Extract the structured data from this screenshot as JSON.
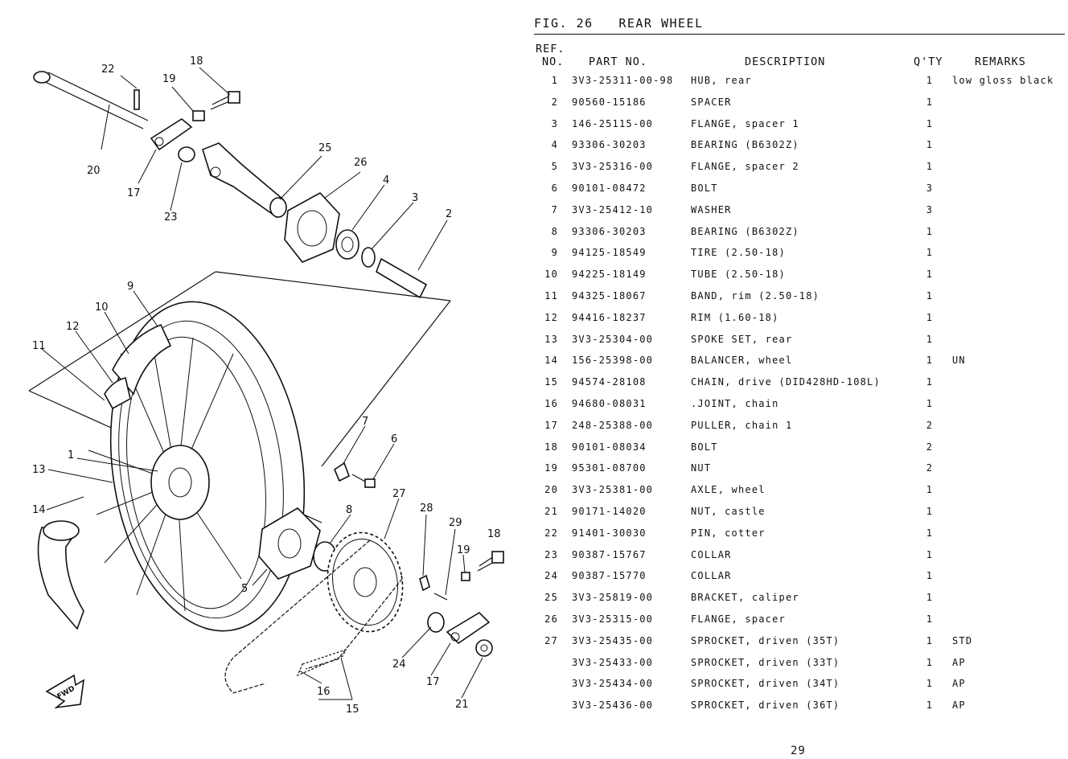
{
  "figure": {
    "number": "FIG. 26",
    "title": "REAR WHEEL"
  },
  "columns": {
    "ref_line1": "REF.",
    "ref_line2": "NO.",
    "part_no": "PART NO.",
    "description": "DESCRIPTION",
    "qty": "Q'TY",
    "remarks": "REMARKS"
  },
  "parts": [
    {
      "ref": "1",
      "part": "3V3-25311-00-98",
      "desc": "HUB, rear",
      "qty": "1",
      "remarks": "low gloss black"
    },
    {
      "ref": "2",
      "part": "90560-15186",
      "desc": "SPACER",
      "qty": "1",
      "remarks": ""
    },
    {
      "ref": "3",
      "part": "146-25115-00",
      "desc": "FLANGE, spacer 1",
      "qty": "1",
      "remarks": ""
    },
    {
      "ref": "4",
      "part": "93306-30203",
      "desc": "BEARING (B6302Z)",
      "qty": "1",
      "remarks": ""
    },
    {
      "ref": "5",
      "part": "3V3-25316-00",
      "desc": "FLANGE, spacer 2",
      "qty": "1",
      "remarks": ""
    },
    {
      "ref": "6",
      "part": "90101-08472",
      "desc": "BOLT",
      "qty": "3",
      "remarks": ""
    },
    {
      "ref": "7",
      "part": "3V3-25412-10",
      "desc": "WASHER",
      "qty": "3",
      "remarks": ""
    },
    {
      "ref": "8",
      "part": "93306-30203",
      "desc": "BEARING (B6302Z)",
      "qty": "1",
      "remarks": ""
    },
    {
      "ref": "9",
      "part": "94125-18549",
      "desc": "TIRE (2.50-18)",
      "qty": "1",
      "remarks": ""
    },
    {
      "ref": "10",
      "part": "94225-18149",
      "desc": "TUBE (2.50-18)",
      "qty": "1",
      "remarks": ""
    },
    {
      "ref": "11",
      "part": "94325-18067",
      "desc": "BAND, rim (2.50-18)",
      "qty": "1",
      "remarks": ""
    },
    {
      "ref": "12",
      "part": "94416-18237",
      "desc": "RIM (1.60-18)",
      "qty": "1",
      "remarks": ""
    },
    {
      "ref": "13",
      "part": "3V3-25304-00",
      "desc": "SPOKE SET, rear",
      "qty": "1",
      "remarks": ""
    },
    {
      "ref": "14",
      "part": "156-25398-00",
      "desc": "BALANCER, wheel",
      "qty": "1",
      "remarks": "UN"
    },
    {
      "ref": "15",
      "part": "94574-28108",
      "desc": "CHAIN, drive (DID428HD-108L)",
      "qty": "1",
      "remarks": ""
    },
    {
      "ref": "16",
      "part": "94680-08031",
      "desc": ".JOINT, chain",
      "qty": "1",
      "remarks": ""
    },
    {
      "ref": "17",
      "part": "248-25388-00",
      "desc": "PULLER, chain 1",
      "qty": "2",
      "remarks": ""
    },
    {
      "ref": "18",
      "part": "90101-08034",
      "desc": "BOLT",
      "qty": "2",
      "remarks": ""
    },
    {
      "ref": "19",
      "part": "95301-08700",
      "desc": "NUT",
      "qty": "2",
      "remarks": ""
    },
    {
      "ref": "20",
      "part": "3V3-25381-00",
      "desc": "AXLE, wheel",
      "qty": "1",
      "remarks": ""
    },
    {
      "ref": "21",
      "part": "90171-14020",
      "desc": "NUT, castle",
      "qty": "1",
      "remarks": ""
    },
    {
      "ref": "22",
      "part": "91401-30030",
      "desc": "PIN, cotter",
      "qty": "1",
      "remarks": ""
    },
    {
      "ref": "23",
      "part": "90387-15767",
      "desc": "COLLAR",
      "qty": "1",
      "remarks": ""
    },
    {
      "ref": "24",
      "part": "90387-15770",
      "desc": "COLLAR",
      "qty": "1",
      "remarks": ""
    },
    {
      "ref": "25",
      "part": "3V3-25819-00",
      "desc": "BRACKET, caliper",
      "qty": "1",
      "remarks": ""
    },
    {
      "ref": "26",
      "part": "3V3-25315-00",
      "desc": "FLANGE, spacer",
      "qty": "1",
      "remarks": ""
    },
    {
      "ref": "27",
      "part": "3V3-25435-00",
      "desc": "SPROCKET, driven (35T)",
      "qty": "1",
      "remarks": "STD"
    },
    {
      "ref": "",
      "part": "3V3-25433-00",
      "desc": "SPROCKET, driven (33T)",
      "qty": "1",
      "remarks": "AP"
    },
    {
      "ref": "",
      "part": "3V3-25434-00",
      "desc": "SPROCKET, driven (34T)",
      "qty": "1",
      "remarks": "AP"
    },
    {
      "ref": "",
      "part": "3V3-25436-00",
      "desc": "SPROCKET, driven (36T)",
      "qty": "1",
      "remarks": "AP"
    }
  ],
  "diagram": {
    "callouts": [
      "22",
      "18",
      "19",
      "20",
      "17",
      "23",
      "25",
      "26",
      "4",
      "3",
      "2",
      "9",
      "10",
      "12",
      "11",
      "7",
      "6",
      "1",
      "13",
      "14",
      "8",
      "27",
      "28",
      "29",
      "19",
      "18",
      "5",
      "24",
      "17",
      "21",
      "16",
      "15"
    ],
    "fwd_mark": "FWD"
  },
  "page_number": "29"
}
